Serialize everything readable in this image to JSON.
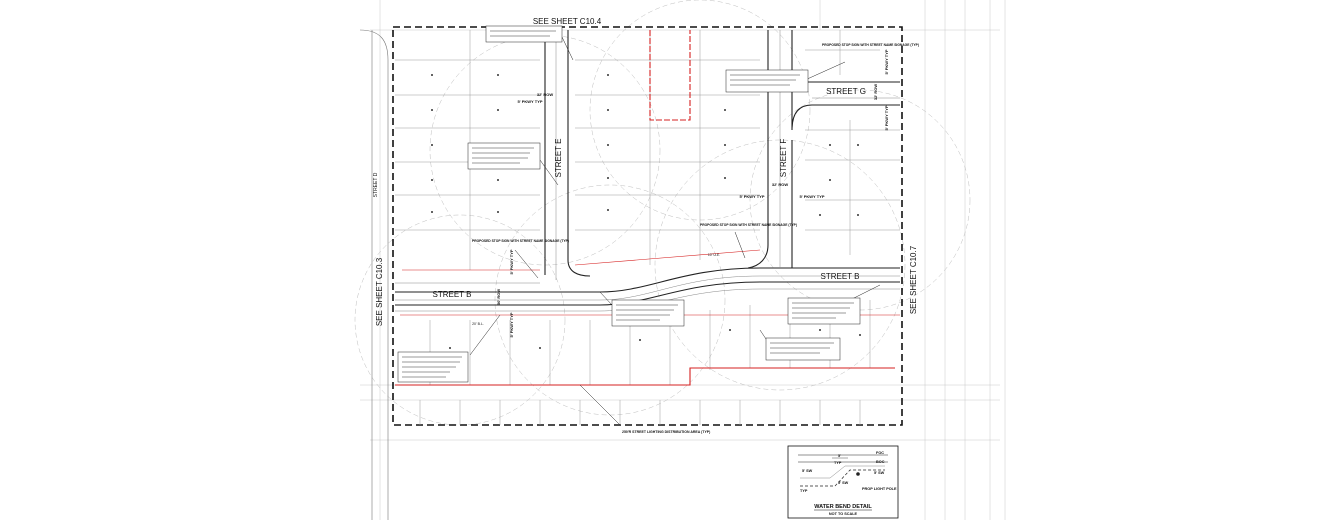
{
  "match_lines": {
    "top": "SEE SHEET  C10.4",
    "left": "SEE SHEET  C10.3",
    "right": "SEE SHEET  C10.7"
  },
  "streets": {
    "street_b_left": "STREET B",
    "street_b_right": "STREET B",
    "street_d": "STREET D",
    "street_e": "STREET E",
    "street_f": "STREET F",
    "street_g": "STREET G"
  },
  "row_labels": {
    "row_32_e": "32' ROW",
    "row_32_f": "32' ROW",
    "row_50_b": "50' ROW",
    "row_32_g": "32' ROW",
    "pkwy_5_e": "5' PKWY TYP",
    "pkwy_5_f_left": "5' PKWY TYP",
    "pkwy_5_f_right": "5' PKWY TYP",
    "pkwy_5_b_upper": "5' PKWY TYP",
    "pkwy_5_b_lower": "5' PKWY TYP",
    "pkwy_5_g_upper": "5' PKWY TYP",
    "pkwy_5_g_lower": "5' PKWY TYP",
    "ue_10": "10' U.E.",
    "bl_20": "20' B.L."
  },
  "stop_sign_callouts": {
    "top_right": "PROPOSED STOP SIGN WITH STREET NAME SIGNAGE (TYP)",
    "center": "PROPOSED STOP SIGN WITH STREET NAME SIGNAGE (TYP)",
    "left": "PROPOSED STOP SIGN WITH STREET NAME SIGNAGE (TYP)"
  },
  "lighting_note": "250'R STREET LIGHTING DISTRIBUTION AREA (TYP)",
  "detail": {
    "title": "WATER BEND DETAIL",
    "subtitle": "NOT TO SCALE",
    "labels": {
      "foc": "FOC",
      "boc": "BOC",
      "typ_top": "TYP",
      "sw_left": "5' SW",
      "sw_right": "5' SW",
      "sw_bottom": "5' SW",
      "typ_bottom": "TYP",
      "dim_top": "5'",
      "prop_light": "PROP LIGHT POLE"
    }
  },
  "colors": {
    "linework": "#222222",
    "light_linework": "#9a9a9a",
    "property_line_red": "#d62020"
  }
}
